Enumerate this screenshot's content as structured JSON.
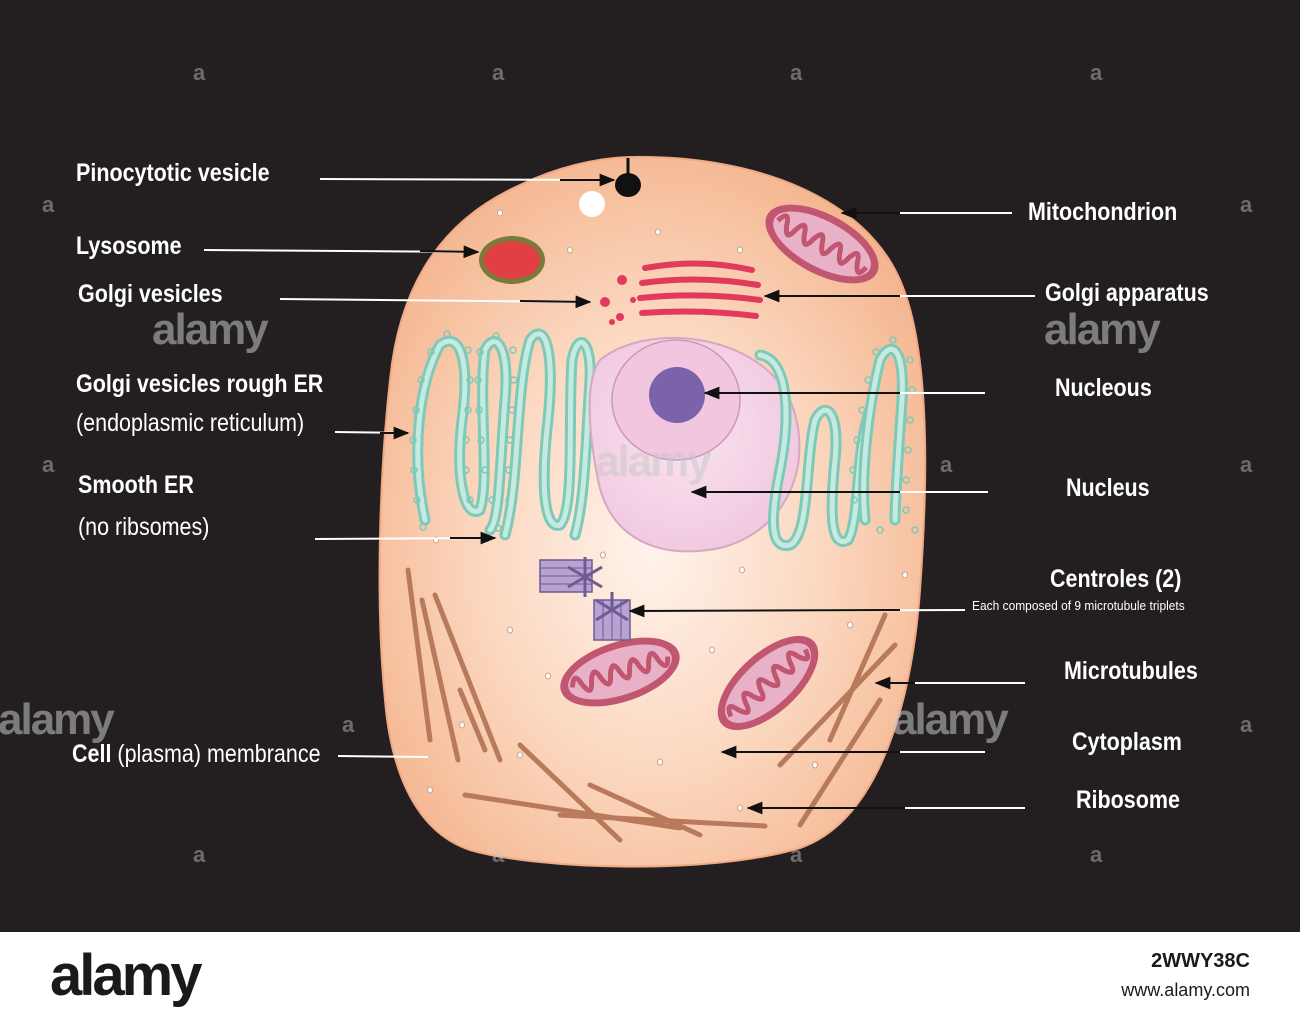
{
  "labels": {
    "pinocytotic_vesicle": "Pinocytotic vesicle",
    "lysosome": "Lysosome",
    "golgi_vesicles": "Golgi vesicles",
    "rough_er_line1": "Golgi vesicles rough ER",
    "rough_er_line2": "(endoplasmic reticulum)",
    "smooth_er_line1": "Smooth ER",
    "smooth_er_line2": "(no ribsomes)",
    "cell_membrane_bold": "Cell",
    "cell_membrane_rest": "(plasma) membrance",
    "mitochondrion": "Mitochondrion",
    "golgi_apparatus": "Golgi apparatus",
    "nucleous": "Nucleous",
    "nucleus": "Nucleus",
    "centroles": "Centroles (2)",
    "centroles_note": "Each composed of 9 microtubule triplets",
    "microtubules": "Microtubules",
    "cytoplasm": "Cytoplasm",
    "ribosome": "Ribosome"
  },
  "watermark": {
    "brand": "alamy",
    "letter": "a"
  },
  "footer": {
    "logo": "alamy",
    "image_id": "2WWY38C",
    "url": "www.alamy.com"
  },
  "colors": {
    "background": "#231f20",
    "cytoplasm": "#f8c9a3",
    "nucleus": "#f3cfe4",
    "nucleolus": "#7a63a8",
    "er": "#8fd2c2",
    "golgi": "#e23a5c",
    "mitochondria": "#c0566e",
    "lysosome": "#e04848",
    "microtubules": "#b97a5c"
  }
}
